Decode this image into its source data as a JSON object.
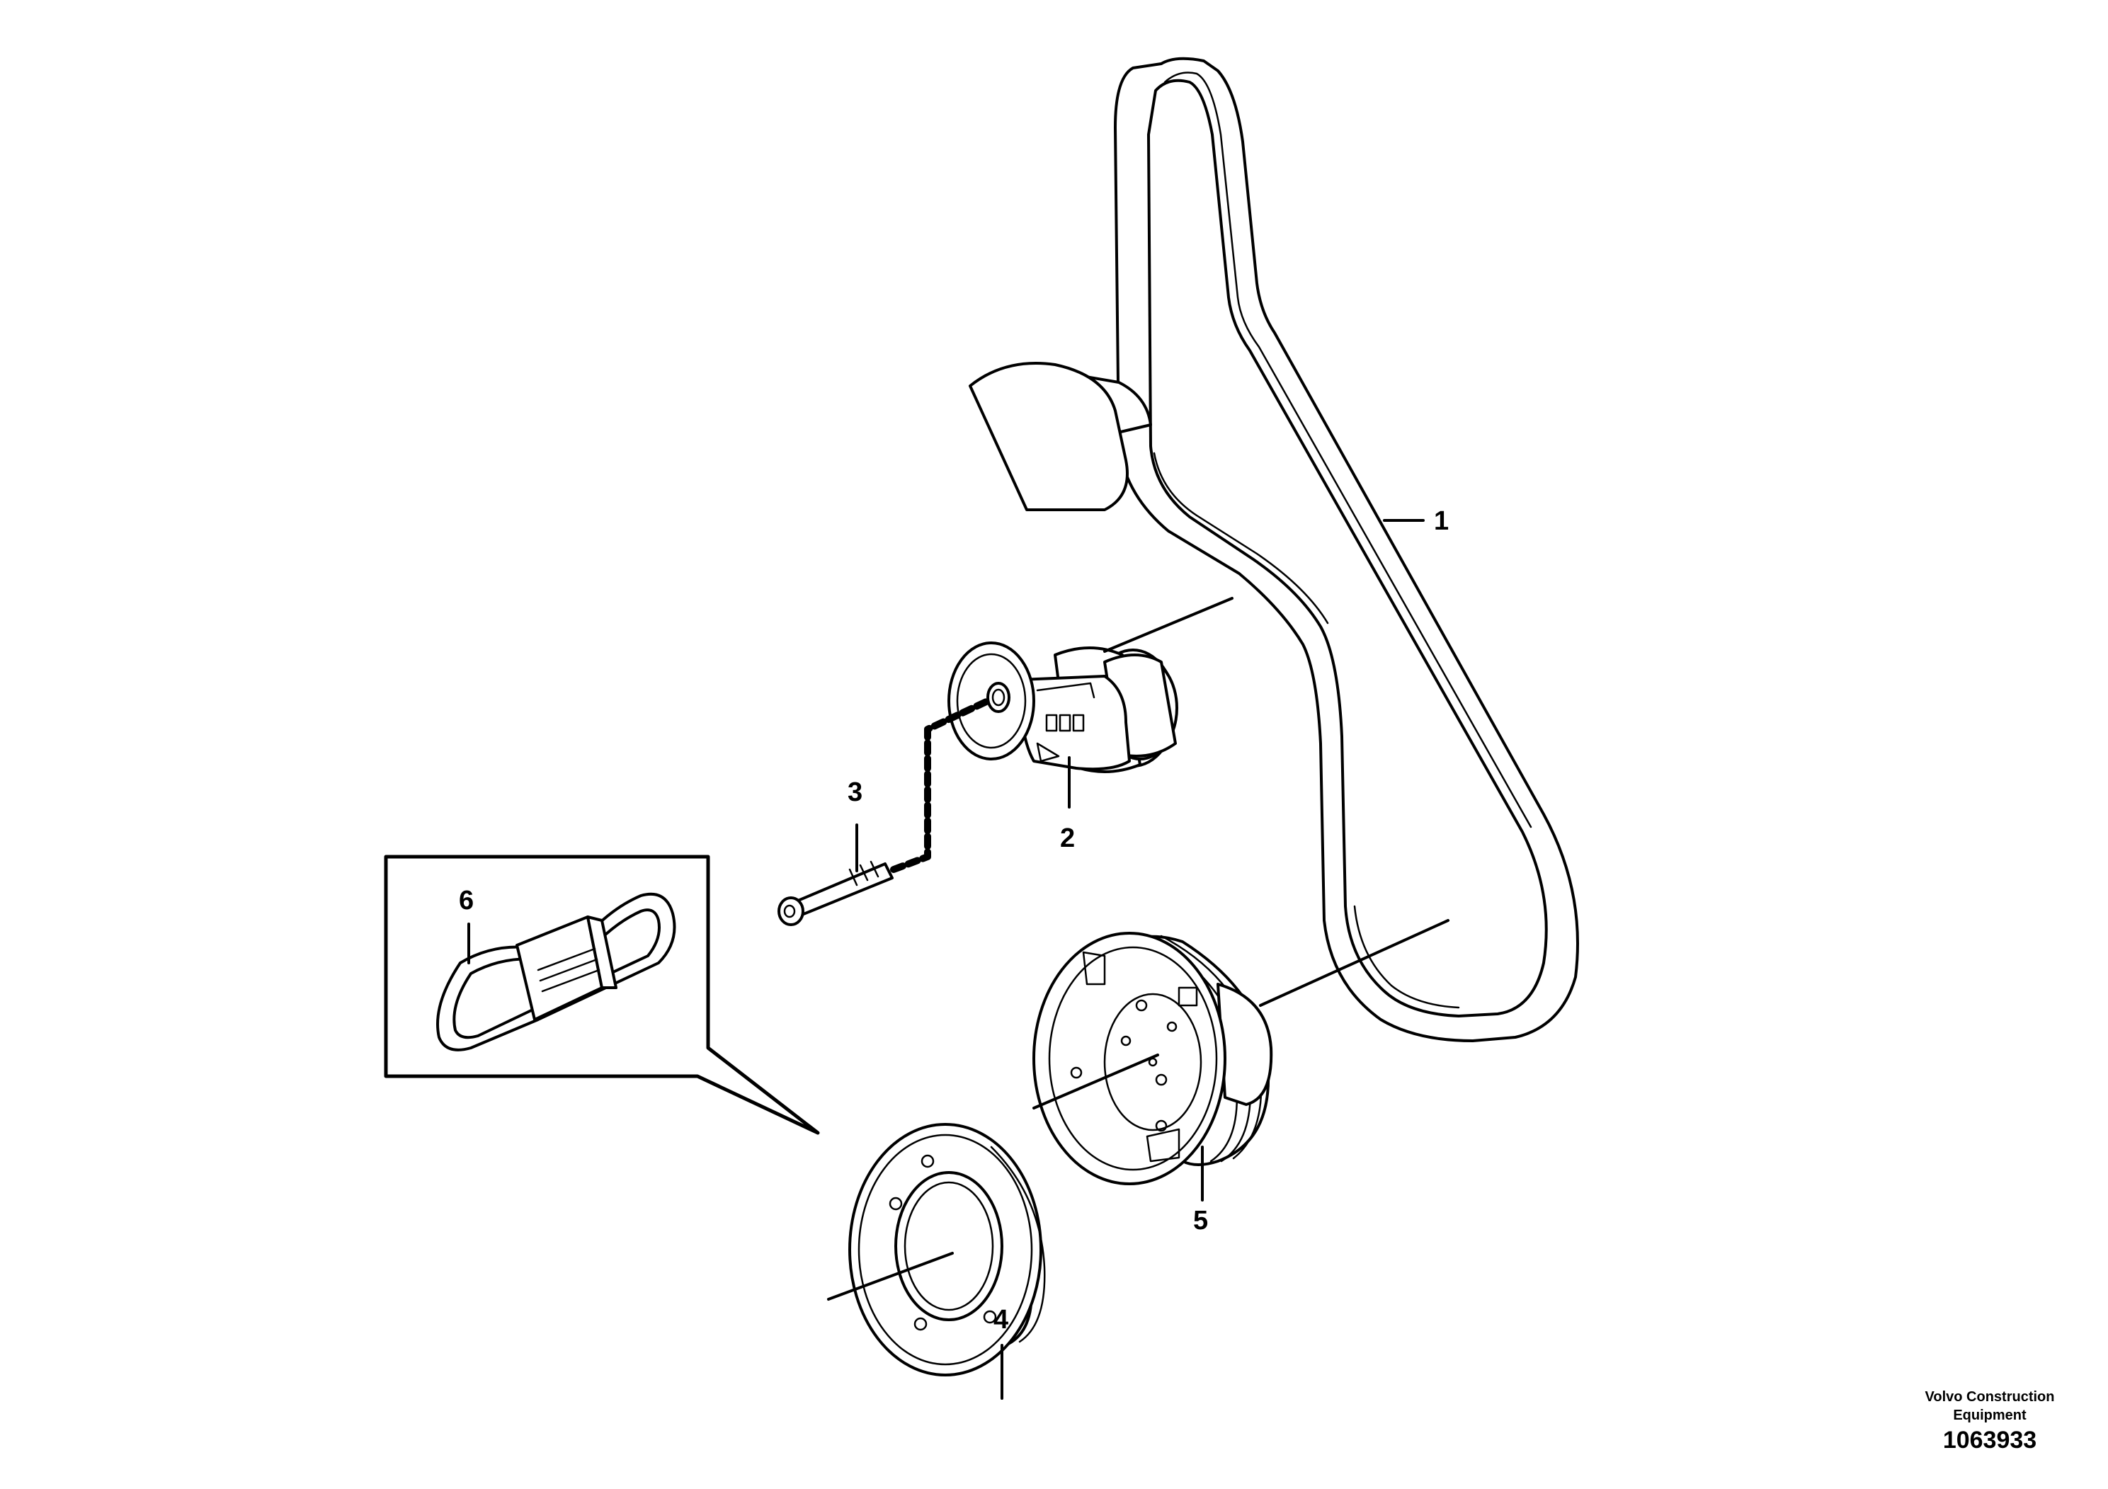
{
  "callouts": {
    "c1": "1",
    "c2": "2",
    "c3": "3",
    "c4": "4",
    "c5": "5",
    "c6": "6"
  },
  "footer": {
    "company_line1": "Volvo Construction",
    "company_line2": "Equipment",
    "image_number": "1063933"
  },
  "parts": {
    "p1": "drive-belt",
    "p2": "belt-tensioner",
    "p3": "screw",
    "p4": "pulley",
    "p5": "vibration-damper",
    "p6": "belt-kit-inset"
  }
}
